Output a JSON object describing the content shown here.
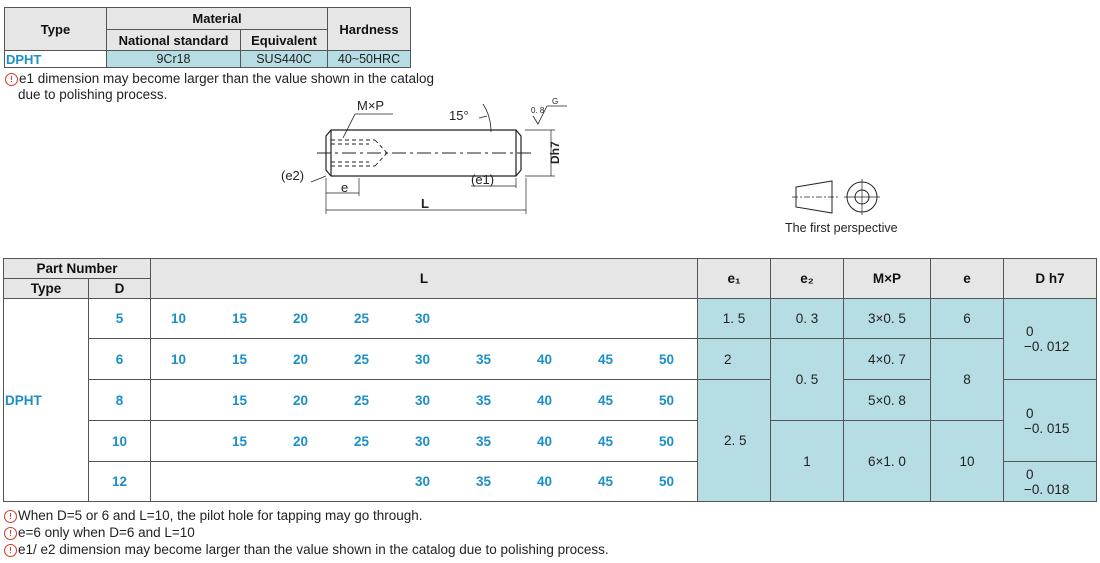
{
  "material_table": {
    "h_type": "Type",
    "h_material": "Material",
    "h_hardness": "Hardness",
    "h_national": "National standard",
    "h_equivalent": "Equivalent",
    "row": {
      "type": "DPHT",
      "national": "9Cr18",
      "equivalent": "SUS440C",
      "hardness": "40~50HRC"
    }
  },
  "notes_top": {
    "line1": "e1 dimension may become larger than the value shown in the catalog",
    "line2": "due to polishing process."
  },
  "drawing": {
    "mxp": "M×P",
    "angle": "15°",
    "rough": "0. 8",
    "g": "G",
    "dh7": "Dh7",
    "e2": "(e2)",
    "e1": "(e1)",
    "e": "e",
    "L": "L",
    "perspective": "The first perspective"
  },
  "main_table": {
    "h_part_number": "Part Number",
    "h_type": "Type",
    "h_d": "D",
    "h_L": "L",
    "h_e1": "e₁",
    "h_e2": "e₂",
    "h_mxp": "M×P",
    "h_e": "e",
    "h_dh7": "D h7",
    "type": "DPHT",
    "rows": [
      {
        "d": "5",
        "L": [
          "10",
          "15",
          "20",
          "25",
          "30",
          "",
          "",
          "",
          ""
        ]
      },
      {
        "d": "6",
        "L": [
          "10",
          "15",
          "20",
          "25",
          "30",
          "35",
          "40",
          "45",
          "50"
        ]
      },
      {
        "d": "8",
        "L": [
          "",
          "15",
          "20",
          "25",
          "30",
          "35",
          "40",
          "45",
          "50"
        ]
      },
      {
        "d": "10",
        "L": [
          "",
          "15",
          "20",
          "25",
          "30",
          "35",
          "40",
          "45",
          "50"
        ]
      },
      {
        "d": "12",
        "L": [
          "",
          "",
          "",
          "",
          "30",
          "35",
          "40",
          "45",
          "50"
        ]
      }
    ],
    "e1": [
      "1. 5",
      "2",
      "2. 5"
    ],
    "e2": [
      "0. 3",
      "0. 5",
      "1"
    ],
    "mxp": [
      "3×0. 5",
      "4×0. 7",
      "5×0. 8",
      "6×1. 0"
    ],
    "e": [
      "6",
      "8",
      "10"
    ],
    "dh7": [
      {
        "upper": "0",
        "lower": "−0. 012"
      },
      {
        "upper": "0",
        "lower": "−0. 015"
      },
      {
        "upper": "0",
        "lower": "−0. 018"
      }
    ]
  },
  "notes_bottom": [
    "When D=5 or 6 and L=10,  the pilot hole for tapping may go through.",
    "e=6 only when D=6 and L=10",
    "e1/ e2 dimension may become larger than the value shown in the catalog due to polishing process."
  ],
  "colors": {
    "accent": "#1a8fc9",
    "cell_fill": "#b5dde3",
    "header_fill": "#e6e6e6",
    "warn": "#d23a2a"
  }
}
